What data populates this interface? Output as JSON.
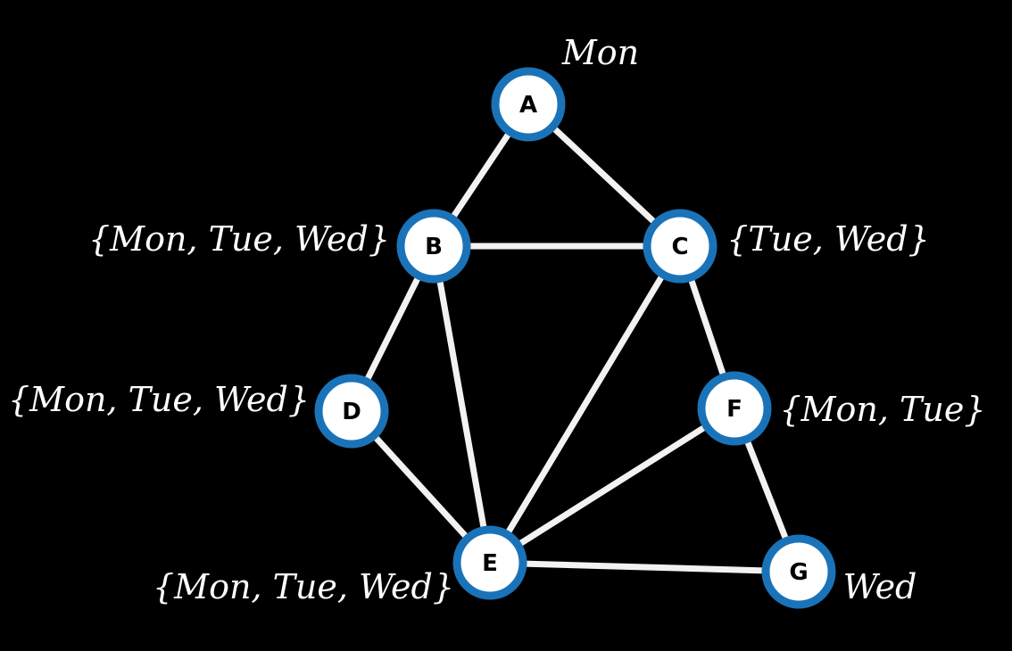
{
  "colors": {
    "background": "#000000",
    "edge": "#f2f2f2",
    "node_ring": "#1a73b8",
    "node_fill": "#ffffff",
    "text": "#ffffff"
  },
  "nodes": [
    {
      "id": "A",
      "label": "A",
      "domain": "Mon"
    },
    {
      "id": "B",
      "label": "B",
      "domain": "{Mon, Tue, Wed}"
    },
    {
      "id": "C",
      "label": "C",
      "domain": "{Tue, Wed}"
    },
    {
      "id": "D",
      "label": "D",
      "domain": "{Mon, Tue, Wed}"
    },
    {
      "id": "E",
      "label": "E",
      "domain": "{Mon, Tue, Wed}"
    },
    {
      "id": "F",
      "label": "F",
      "domain": "{Mon, Tue}"
    },
    {
      "id": "G",
      "label": "G",
      "domain": "Wed"
    }
  ],
  "edges": [
    [
      "A",
      "B"
    ],
    [
      "A",
      "C"
    ],
    [
      "B",
      "C"
    ],
    [
      "B",
      "D"
    ],
    [
      "B",
      "E"
    ],
    [
      "C",
      "E"
    ],
    [
      "C",
      "F"
    ],
    [
      "D",
      "E"
    ],
    [
      "E",
      "F"
    ],
    [
      "E",
      "G"
    ],
    [
      "F",
      "G"
    ]
  ]
}
